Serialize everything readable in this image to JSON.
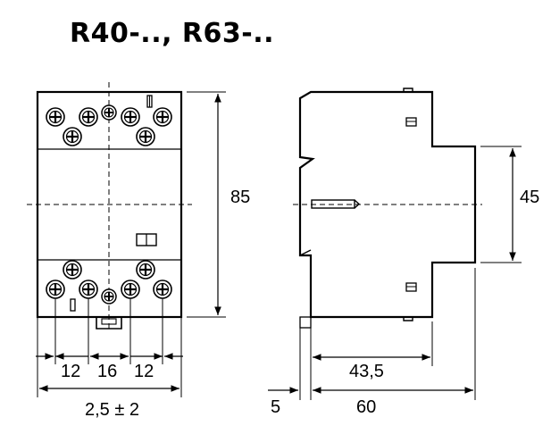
{
  "title": "R40-.., R63-..",
  "front_view": {
    "dimensions": {
      "height": "85",
      "pitch_left": "12",
      "pitch_mid": "16",
      "pitch_right": "12",
      "width": "2,5 ± 2"
    }
  },
  "side_view": {
    "dimensions": {
      "rail_height": "45",
      "depth_front": "43,5",
      "offset": "5",
      "total_depth": "60"
    }
  },
  "colors": {
    "line": "#000000",
    "dash": "#000000",
    "background": "#ffffff"
  }
}
